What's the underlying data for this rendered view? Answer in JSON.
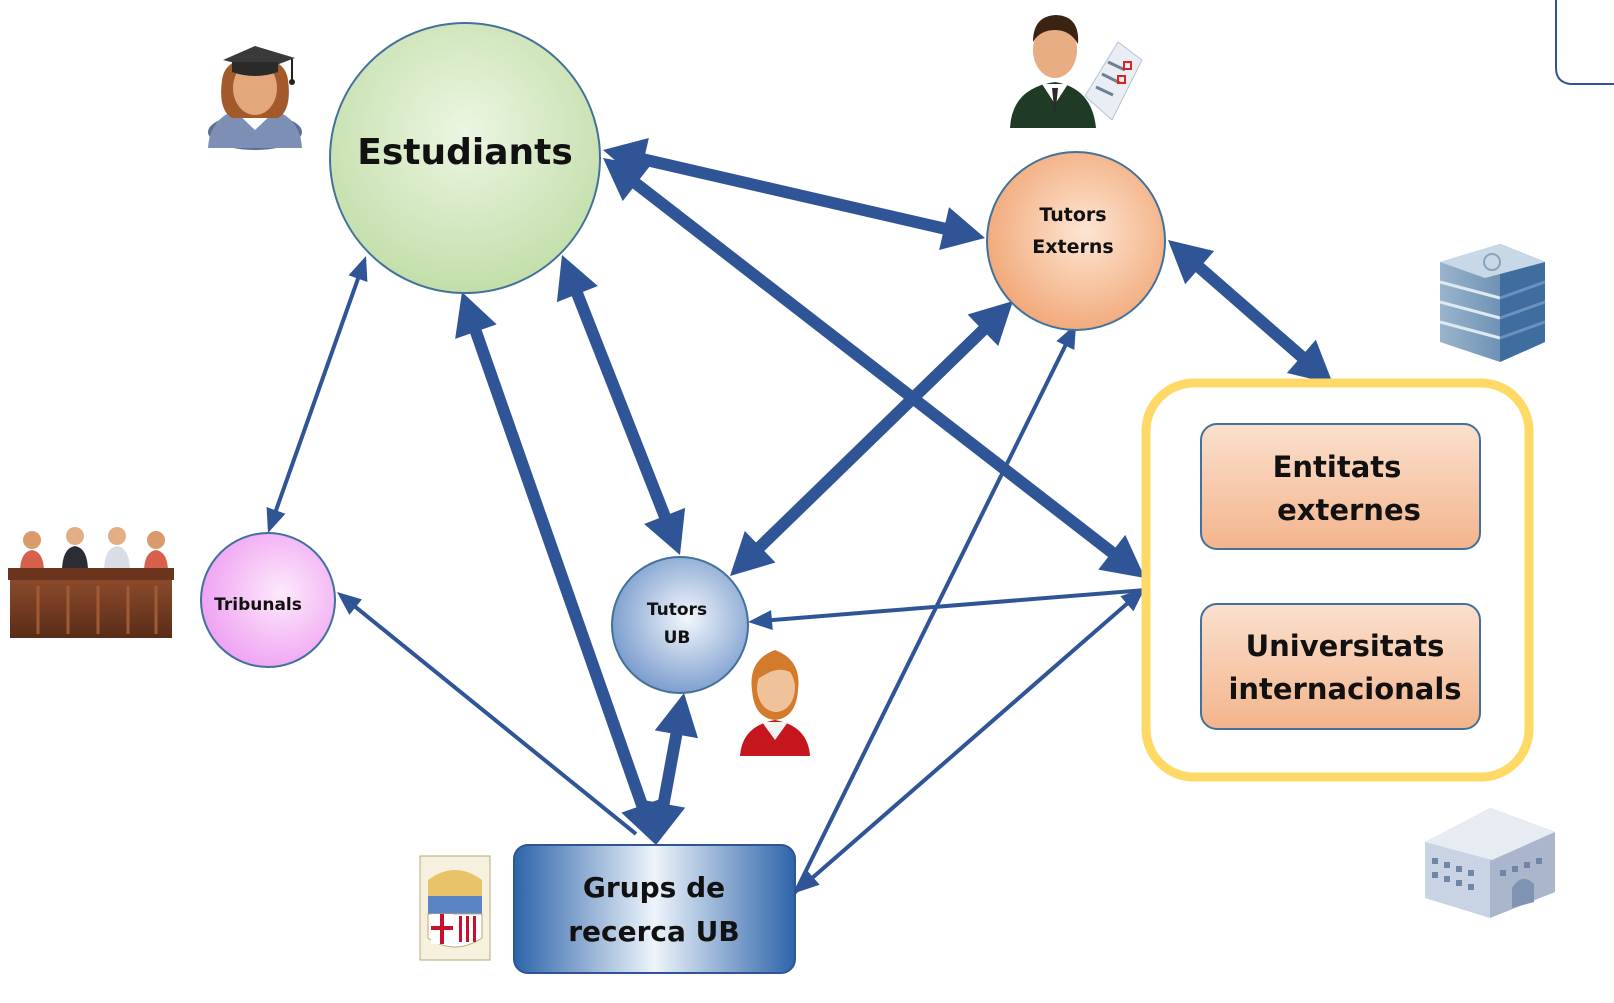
{
  "diagram": {
    "nodes": {
      "estudiants": {
        "label": "Estudiants"
      },
      "tutors_externs": {
        "line1": "Tutors",
        "line2": "Externs"
      },
      "tribunals": {
        "label": "Tribunals"
      },
      "tutors_ub": {
        "line1": "Tutors",
        "line2": "UB"
      },
      "grups_recerca": {
        "line1": "Grups de",
        "line2": "recerca UB"
      },
      "entitats_externes": {
        "line1": "Entitats",
        "line2": "externes"
      },
      "universitats_internacionals": {
        "line1": "Universitats",
        "line2": "internacionals"
      }
    },
    "connections": [
      {
        "from": "estudiants",
        "to": "tutors_externs",
        "direction": "both",
        "weight": "thick"
      },
      {
        "from": "estudiants",
        "to": "external_group",
        "direction": "both",
        "weight": "thick"
      },
      {
        "from": "estudiants",
        "to": "tutors_ub",
        "direction": "both",
        "weight": "thick"
      },
      {
        "from": "estudiants",
        "to": "tribunals",
        "direction": "both",
        "weight": "thin"
      },
      {
        "from": "estudiants",
        "to": "grups_recerca",
        "direction": "both",
        "weight": "thick"
      },
      {
        "from": "tutors_externs",
        "to": "external_group",
        "direction": "both",
        "weight": "thick"
      },
      {
        "from": "tutors_externs",
        "to": "tutors_ub",
        "direction": "both",
        "weight": "thick"
      },
      {
        "from": "grups_recerca",
        "to": "tutors_externs",
        "direction": "to",
        "weight": "thin"
      },
      {
        "from": "grups_recerca",
        "to": "tutors_ub",
        "direction": "both",
        "weight": "thick"
      },
      {
        "from": "grups_recerca",
        "to": "tribunals",
        "direction": "to",
        "weight": "thin"
      },
      {
        "from": "grups_recerca",
        "to": "external_group",
        "direction": "both",
        "weight": "thin"
      },
      {
        "from": "external_group",
        "to": "tutors_ub",
        "direction": "to",
        "weight": "thin"
      }
    ],
    "colors": {
      "arrow": "#2f5597",
      "estudiants_fill": "#c7e2b0",
      "tutors_externs_fill": "#f5b489",
      "tribunals_fill": "#f4b7f6",
      "tutors_ub_fill": "#6d94c8",
      "grups_recerca_fill": "#3670b3",
      "entity_box_fill": "#f7c7a6",
      "external_group_border": "#ffd966"
    },
    "icons": [
      "graduate-student-icon",
      "businessman-checklist-icon",
      "office-building-icon",
      "university-building-icon",
      "tribunal-panel-icon",
      "female-tutor-icon",
      "ub-coat-of-arms-icon"
    ]
  }
}
